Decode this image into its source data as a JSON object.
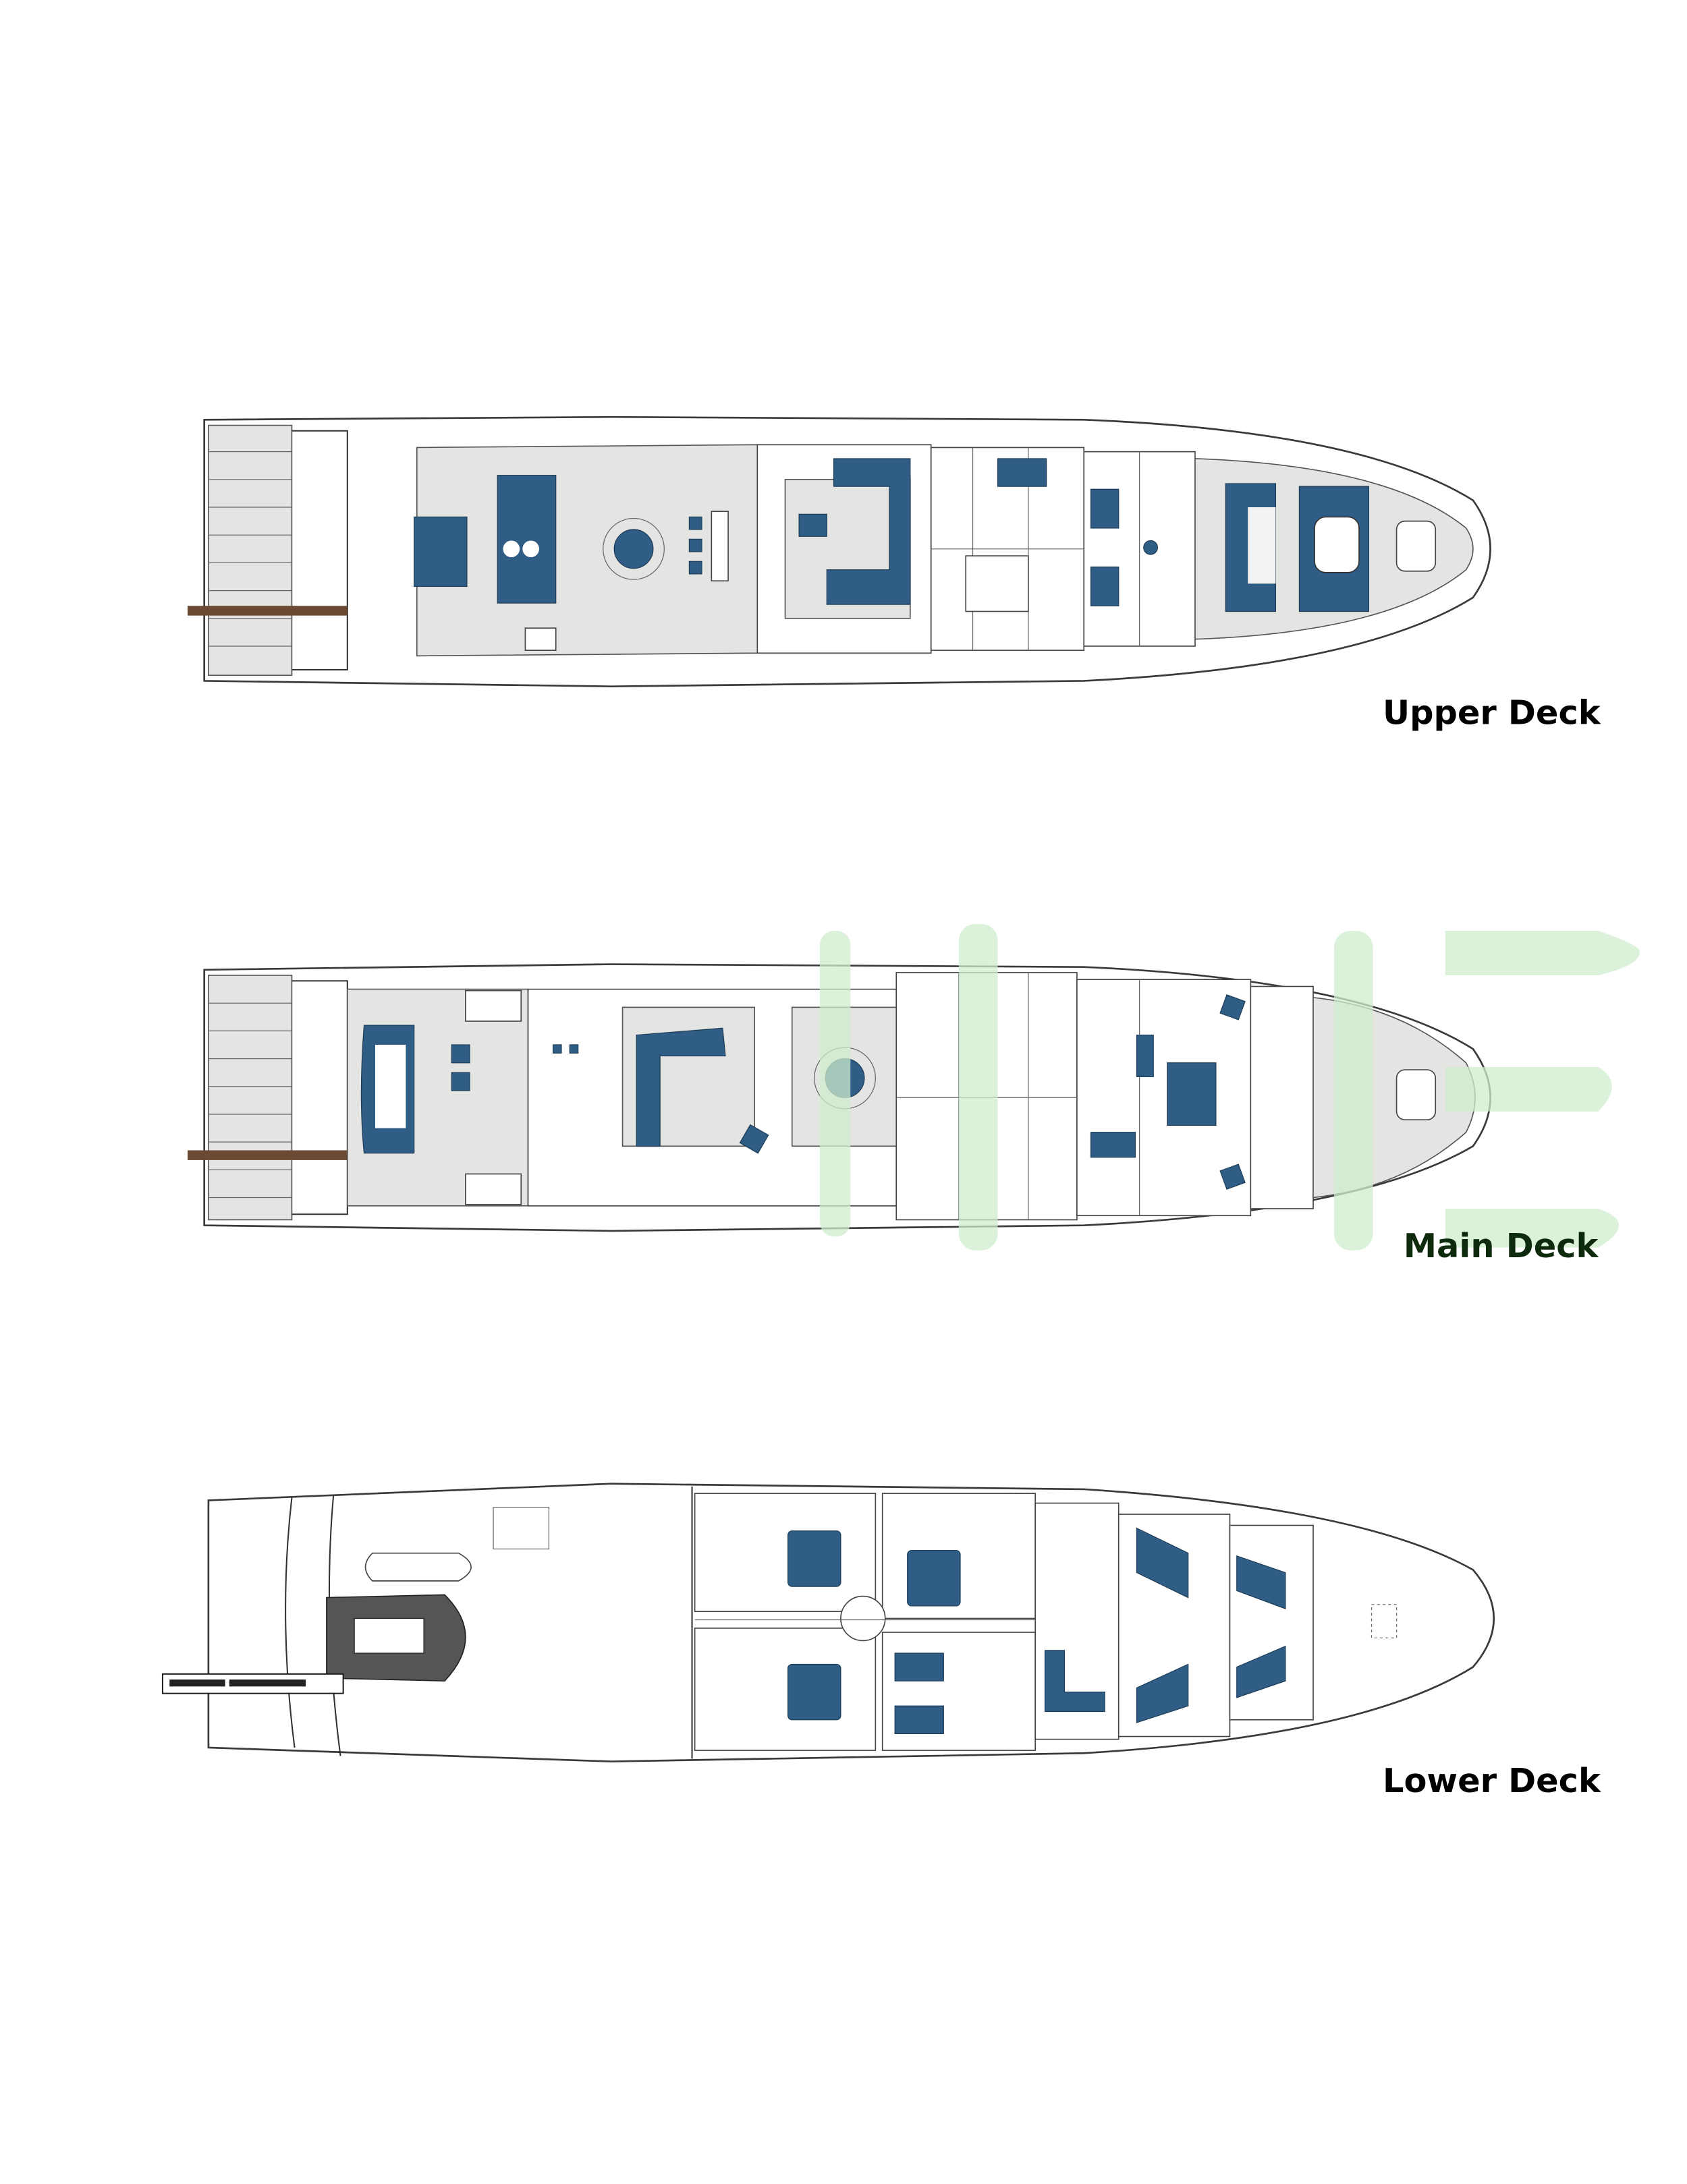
{
  "decks": [
    {
      "name": "Upper Deck",
      "label_color": "#000000"
    },
    {
      "name": "Main Deck",
      "label_color": "#0d2a0d"
    },
    {
      "name": "Lower Deck",
      "label_color": "#000000"
    }
  ],
  "colors": {
    "furniture": "#2f5d85",
    "deck_floor": "#e4e4e2",
    "watermark": "#cfeccc"
  }
}
